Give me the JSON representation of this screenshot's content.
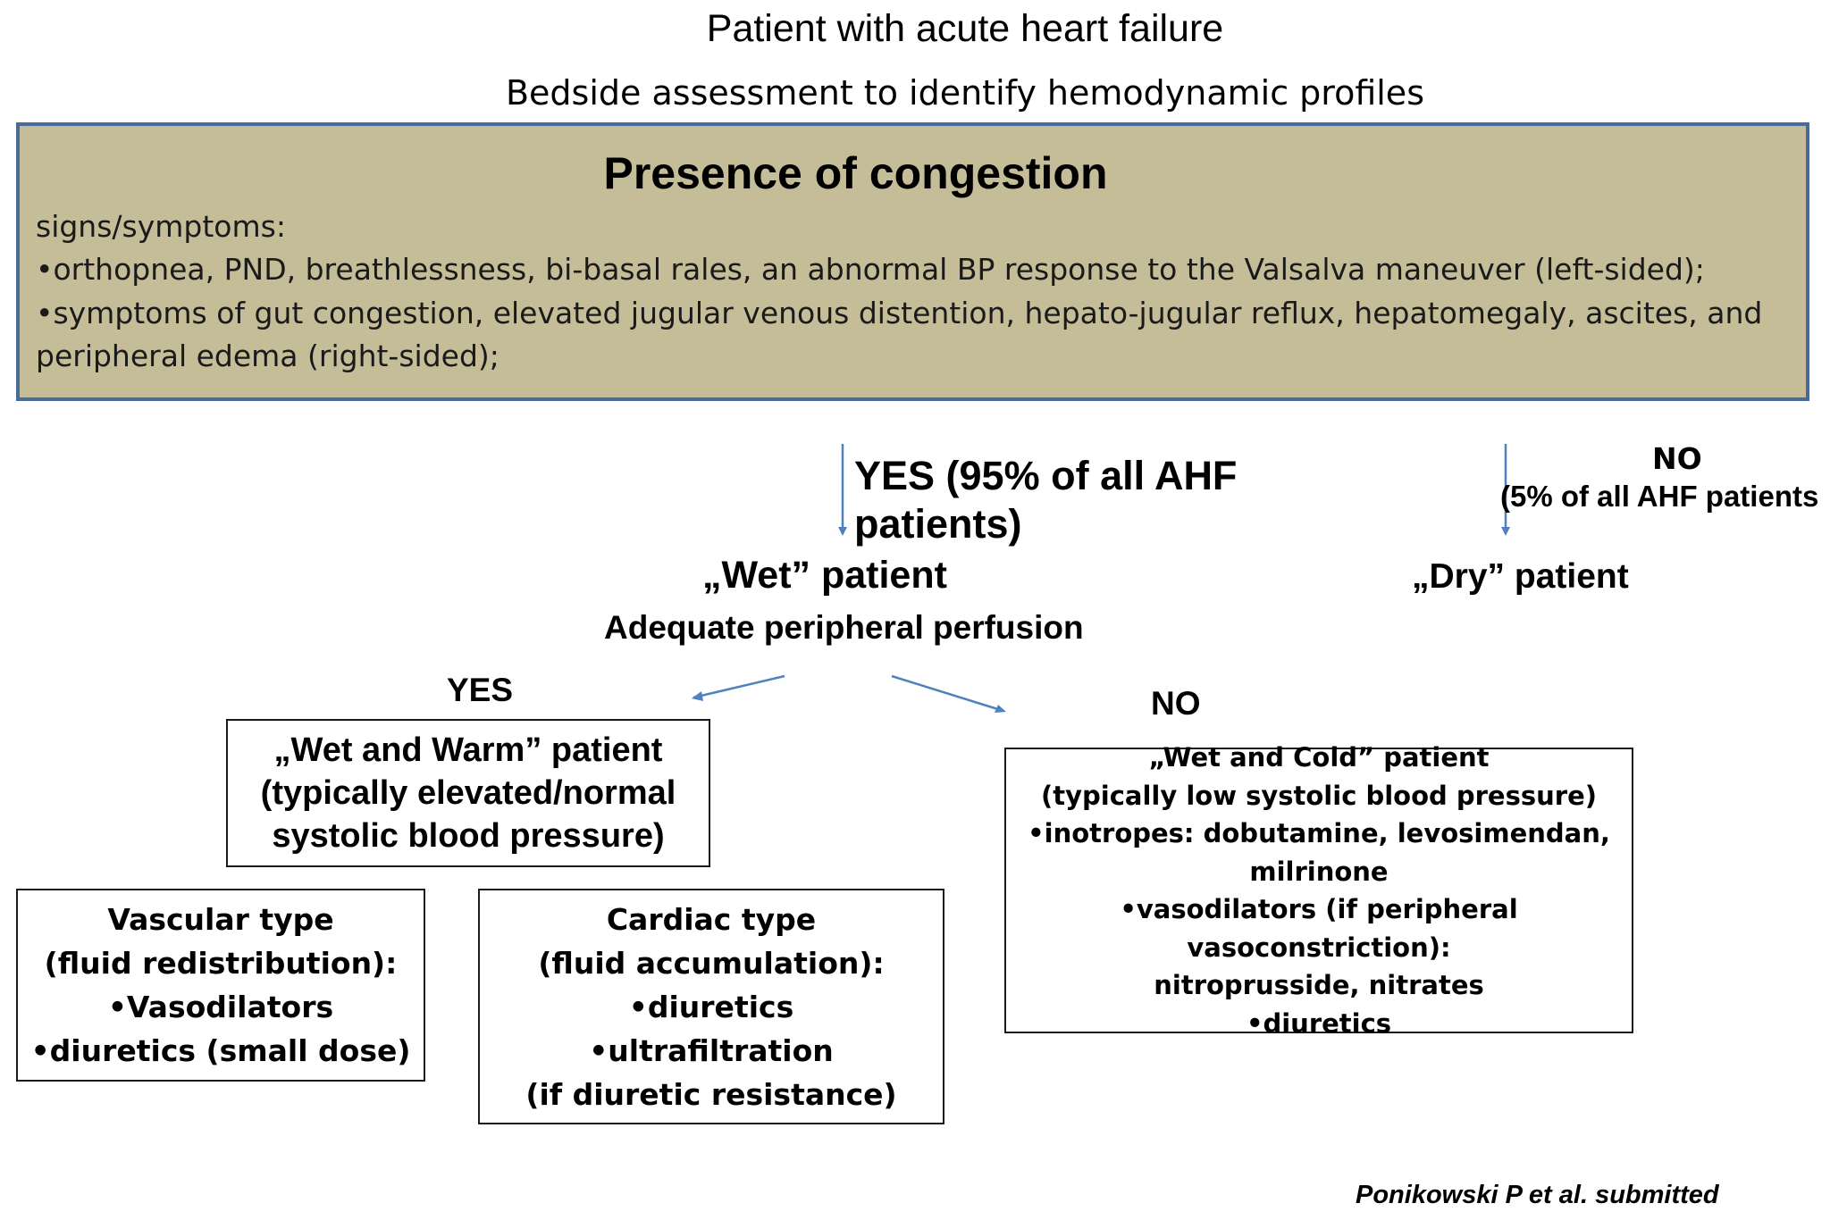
{
  "header": {
    "title": "Patient with acute heart failure",
    "subtitle": "Bedside assessment to identify hemodynamic profiles"
  },
  "congestion": {
    "heading": "Presence of congestion",
    "intro": "signs/symptoms:",
    "lines": [
      "•orthopnea, PND, breathlessness, bi-basal rales, an abnormal BP response to the Valsalva maneuver (left-sided);",
      "•symptoms of gut congestion, elevated jugular venous distention, hepato-jugular reflux, hepatomegaly, ascites, and",
      "peripheral edema (right-sided);"
    ]
  },
  "yes_branch": {
    "line1": "YES (95% of all AHF",
    "line2": "patients)"
  },
  "no_branch": {
    "line1": "NO",
    "line2": "(5% of all AHF patients"
  },
  "wet_patient": {
    "label": "„Wet” patient",
    "question": "Adequate peripheral perfusion"
  },
  "dry_patient": {
    "label": "„Dry” patient"
  },
  "perfusion_yes": "YES",
  "perfusion_no": "NO",
  "wet_warm": {
    "lines": [
      "„Wet and Warm” patient",
      "(typically elevated/normal",
      "systolic blood pressure)"
    ]
  },
  "vascular": {
    "lines": [
      "Vascular type",
      "(fluid redistribution):",
      "•Vasodilators",
      "•diuretics (small dose)"
    ]
  },
  "cardiac": {
    "lines": [
      "Cardiac type",
      "(fluid accumulation):",
      "•diuretics",
      "•ultrafiltration",
      "(if diuretic resistance)"
    ]
  },
  "wet_cold": {
    "lines": [
      "„Wet and Cold” patient",
      "(typically low systolic blood pressure)",
      "•inotropes: dobutamine, levosimendan,",
      "milrinone",
      "•vasodilators (if peripheral vasoconstriction):",
      "nitroprusside, nitrates",
      "•diuretics"
    ]
  },
  "citation": "Ponikowski P et al. submitted",
  "colors": {
    "panel_fill": "#c4bd97",
    "panel_border": "#4a6a9a",
    "arrow": "#4f81bd"
  }
}
